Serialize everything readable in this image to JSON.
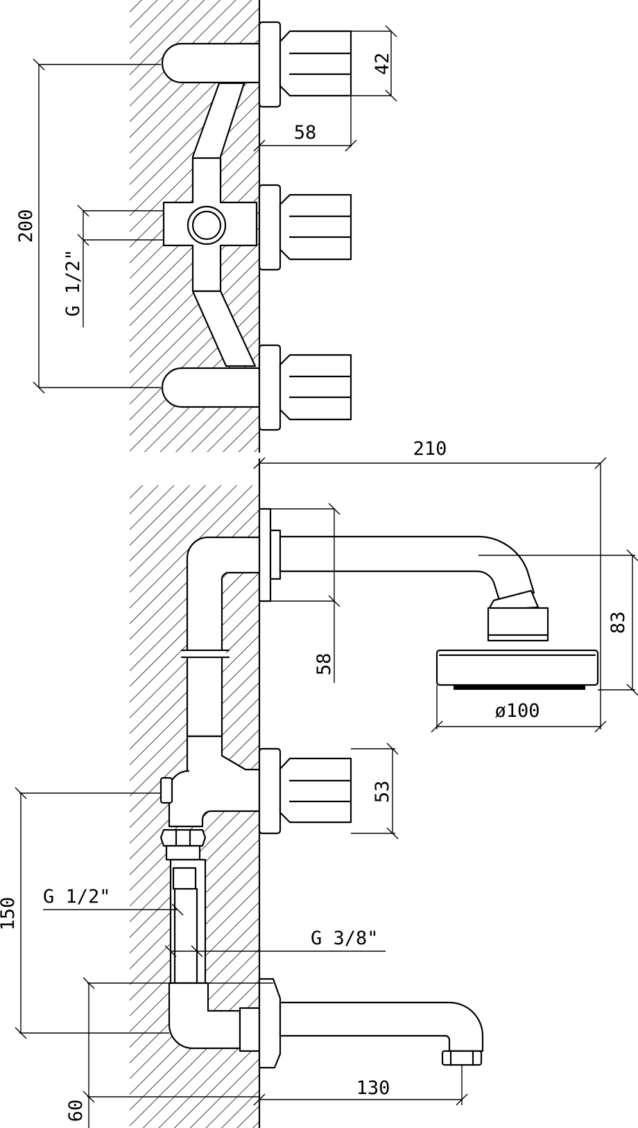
{
  "drawing": {
    "dimensions": {
      "top_inlet_spacing": "200",
      "top_knob_depth": "42",
      "top_projection": "58",
      "top_thread": "G 1/2\"",
      "shower_reach": "210",
      "shower_arm_depth": "58",
      "shower_height": "83",
      "shower_head_diameter": "ø100",
      "bottom_knob_depth": "53",
      "bottom_height": "150",
      "bottom_thread_large": "G 1/2\"",
      "bottom_thread_small": "G 3/8\"",
      "spout_drop": "60",
      "spout_reach": "130"
    }
  }
}
